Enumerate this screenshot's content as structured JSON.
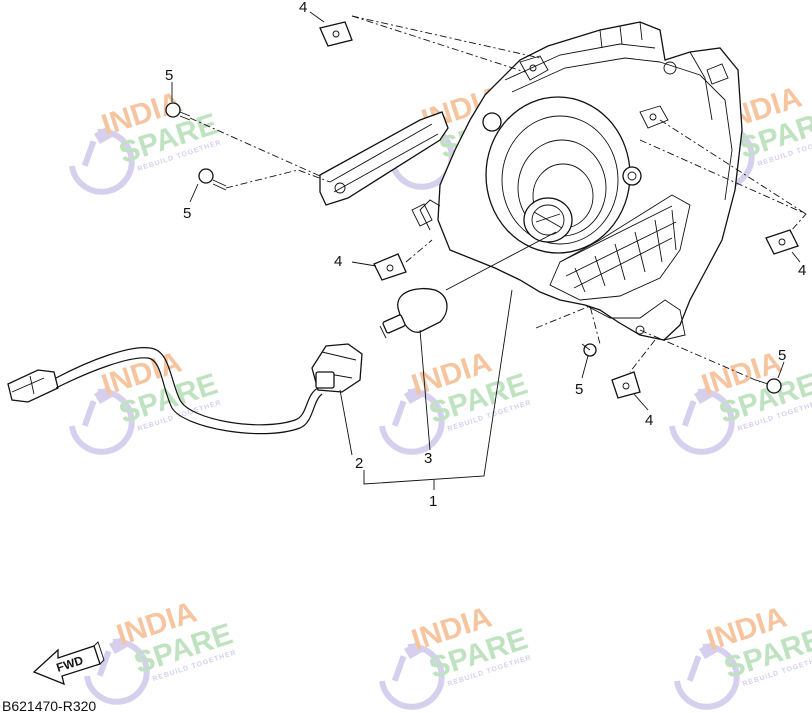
{
  "diagram": {
    "labels": [
      {
        "id": "label-1",
        "text": "1"
      },
      {
        "id": "label-2",
        "text": "2"
      },
      {
        "id": "label-3",
        "text": "3"
      },
      {
        "id": "label-4a",
        "text": "4"
      },
      {
        "id": "label-4b",
        "text": "4"
      },
      {
        "id": "label-4c",
        "text": "4"
      },
      {
        "id": "label-4d",
        "text": "4"
      },
      {
        "id": "label-5a",
        "text": "5"
      },
      {
        "id": "label-5b",
        "text": "5"
      },
      {
        "id": "label-5c",
        "text": "5"
      },
      {
        "id": "label-5d",
        "text": "5"
      }
    ],
    "fwd_label": "FWD",
    "reference_code": "B621470-R320"
  },
  "watermark": {
    "line1": "INDIA",
    "line2": "SPARE",
    "tagline": "REBUILD TOGETHER",
    "colors": {
      "line1": "#f6c5a0",
      "line2": "#bfe3c0",
      "icon": "#d6d0ee"
    }
  }
}
